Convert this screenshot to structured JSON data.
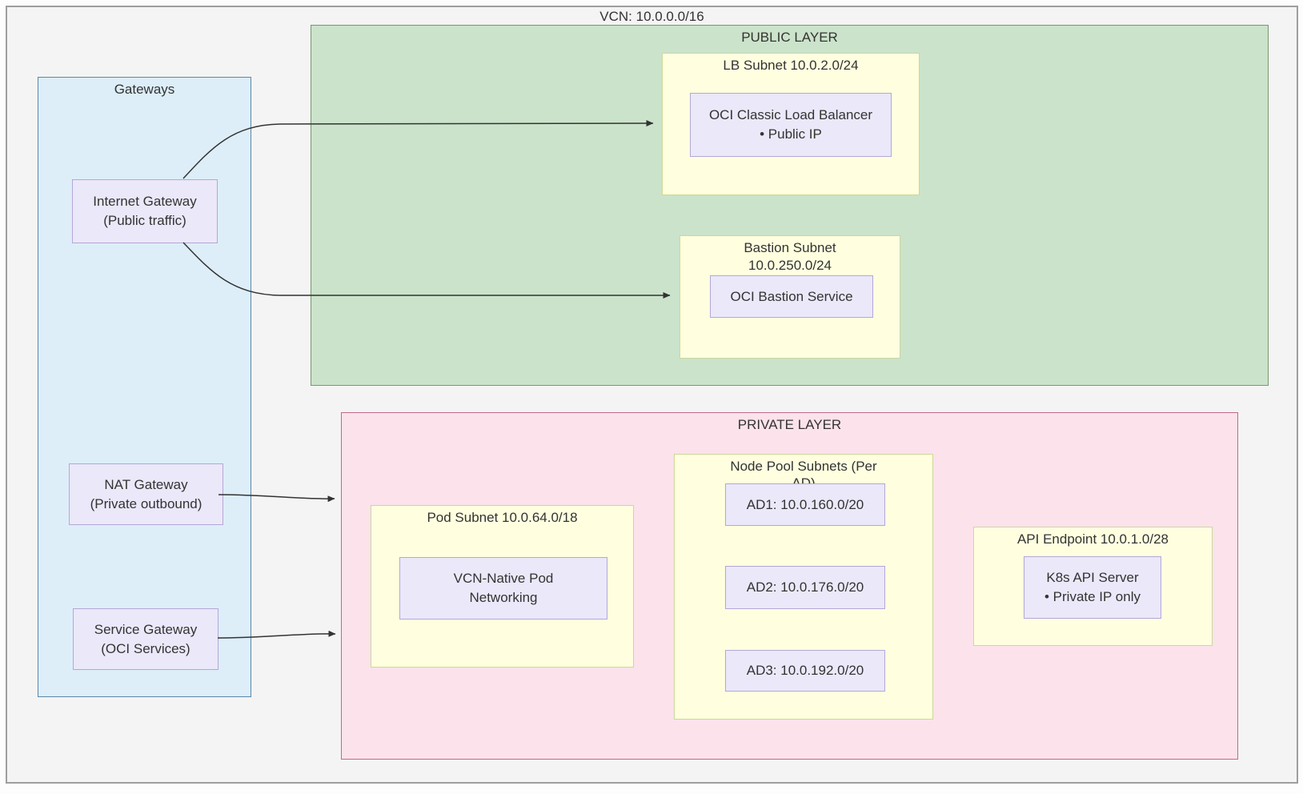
{
  "vcn": {
    "label": "VCN: 10.0.0.0/16"
  },
  "gateways": {
    "title": "Gateways",
    "internet_gateway": {
      "line1": "Internet Gateway",
      "line2": "(Public traffic)"
    },
    "nat_gateway": {
      "line1": "NAT Gateway",
      "line2": "(Private outbound)"
    },
    "service_gateway": {
      "line1": "Service Gateway",
      "line2": "(OCI Services)"
    }
  },
  "public_layer": {
    "title": "PUBLIC LAYER",
    "lb_subnet": {
      "title": "LB Subnet 10.0.2.0/24",
      "node": {
        "line1": "OCI Classic Load Balancer",
        "line2": "• Public IP"
      }
    },
    "bastion_subnet": {
      "title": "Bastion Subnet 10.0.250.0/24",
      "node": {
        "line1": "OCI Bastion Service"
      }
    }
  },
  "private_layer": {
    "title": "PRIVATE LAYER",
    "pod_subnet": {
      "title": "Pod Subnet 10.0.64.0/18",
      "node": {
        "line1": "VCN-Native Pod",
        "line2": "Networking"
      }
    },
    "node_pool_subnets": {
      "title": "Node Pool Subnets (Per AD)",
      "ads": [
        "AD1: 10.0.160.0/20",
        "AD2: 10.0.176.0/20",
        "AD3: 10.0.192.0/20"
      ]
    },
    "api_endpoint": {
      "title": "API Endpoint 10.0.1.0/28",
      "node": {
        "line1": "K8s API Server",
        "line2": "• Private IP only"
      }
    }
  },
  "connections": [
    {
      "from": "internet-gateway",
      "to": "lb-subnet"
    },
    {
      "from": "internet-gateway",
      "to": "bastion-subnet"
    },
    {
      "from": "nat-gateway",
      "to": "private-layer"
    },
    {
      "from": "service-gateway",
      "to": "private-layer"
    }
  ],
  "colors": {
    "canvas_bg": "#f4f4f4",
    "frame_border": "#9e9e9e",
    "blue_fill": "#ddeef9",
    "blue_stroke": "#5b87a8",
    "lavender_fill": "#ebe8f9",
    "lavender_stroke": "#b4a7d6",
    "yellow_fill": "#ffffe0",
    "yellow_stroke": "#ccd79c",
    "green_fill": "#cbe3ca",
    "green_stroke": "#74996f",
    "pink_fill": "#fbe2eb",
    "pink_stroke": "#c06a8a",
    "text": "#333333",
    "arrow": "#333333"
  }
}
